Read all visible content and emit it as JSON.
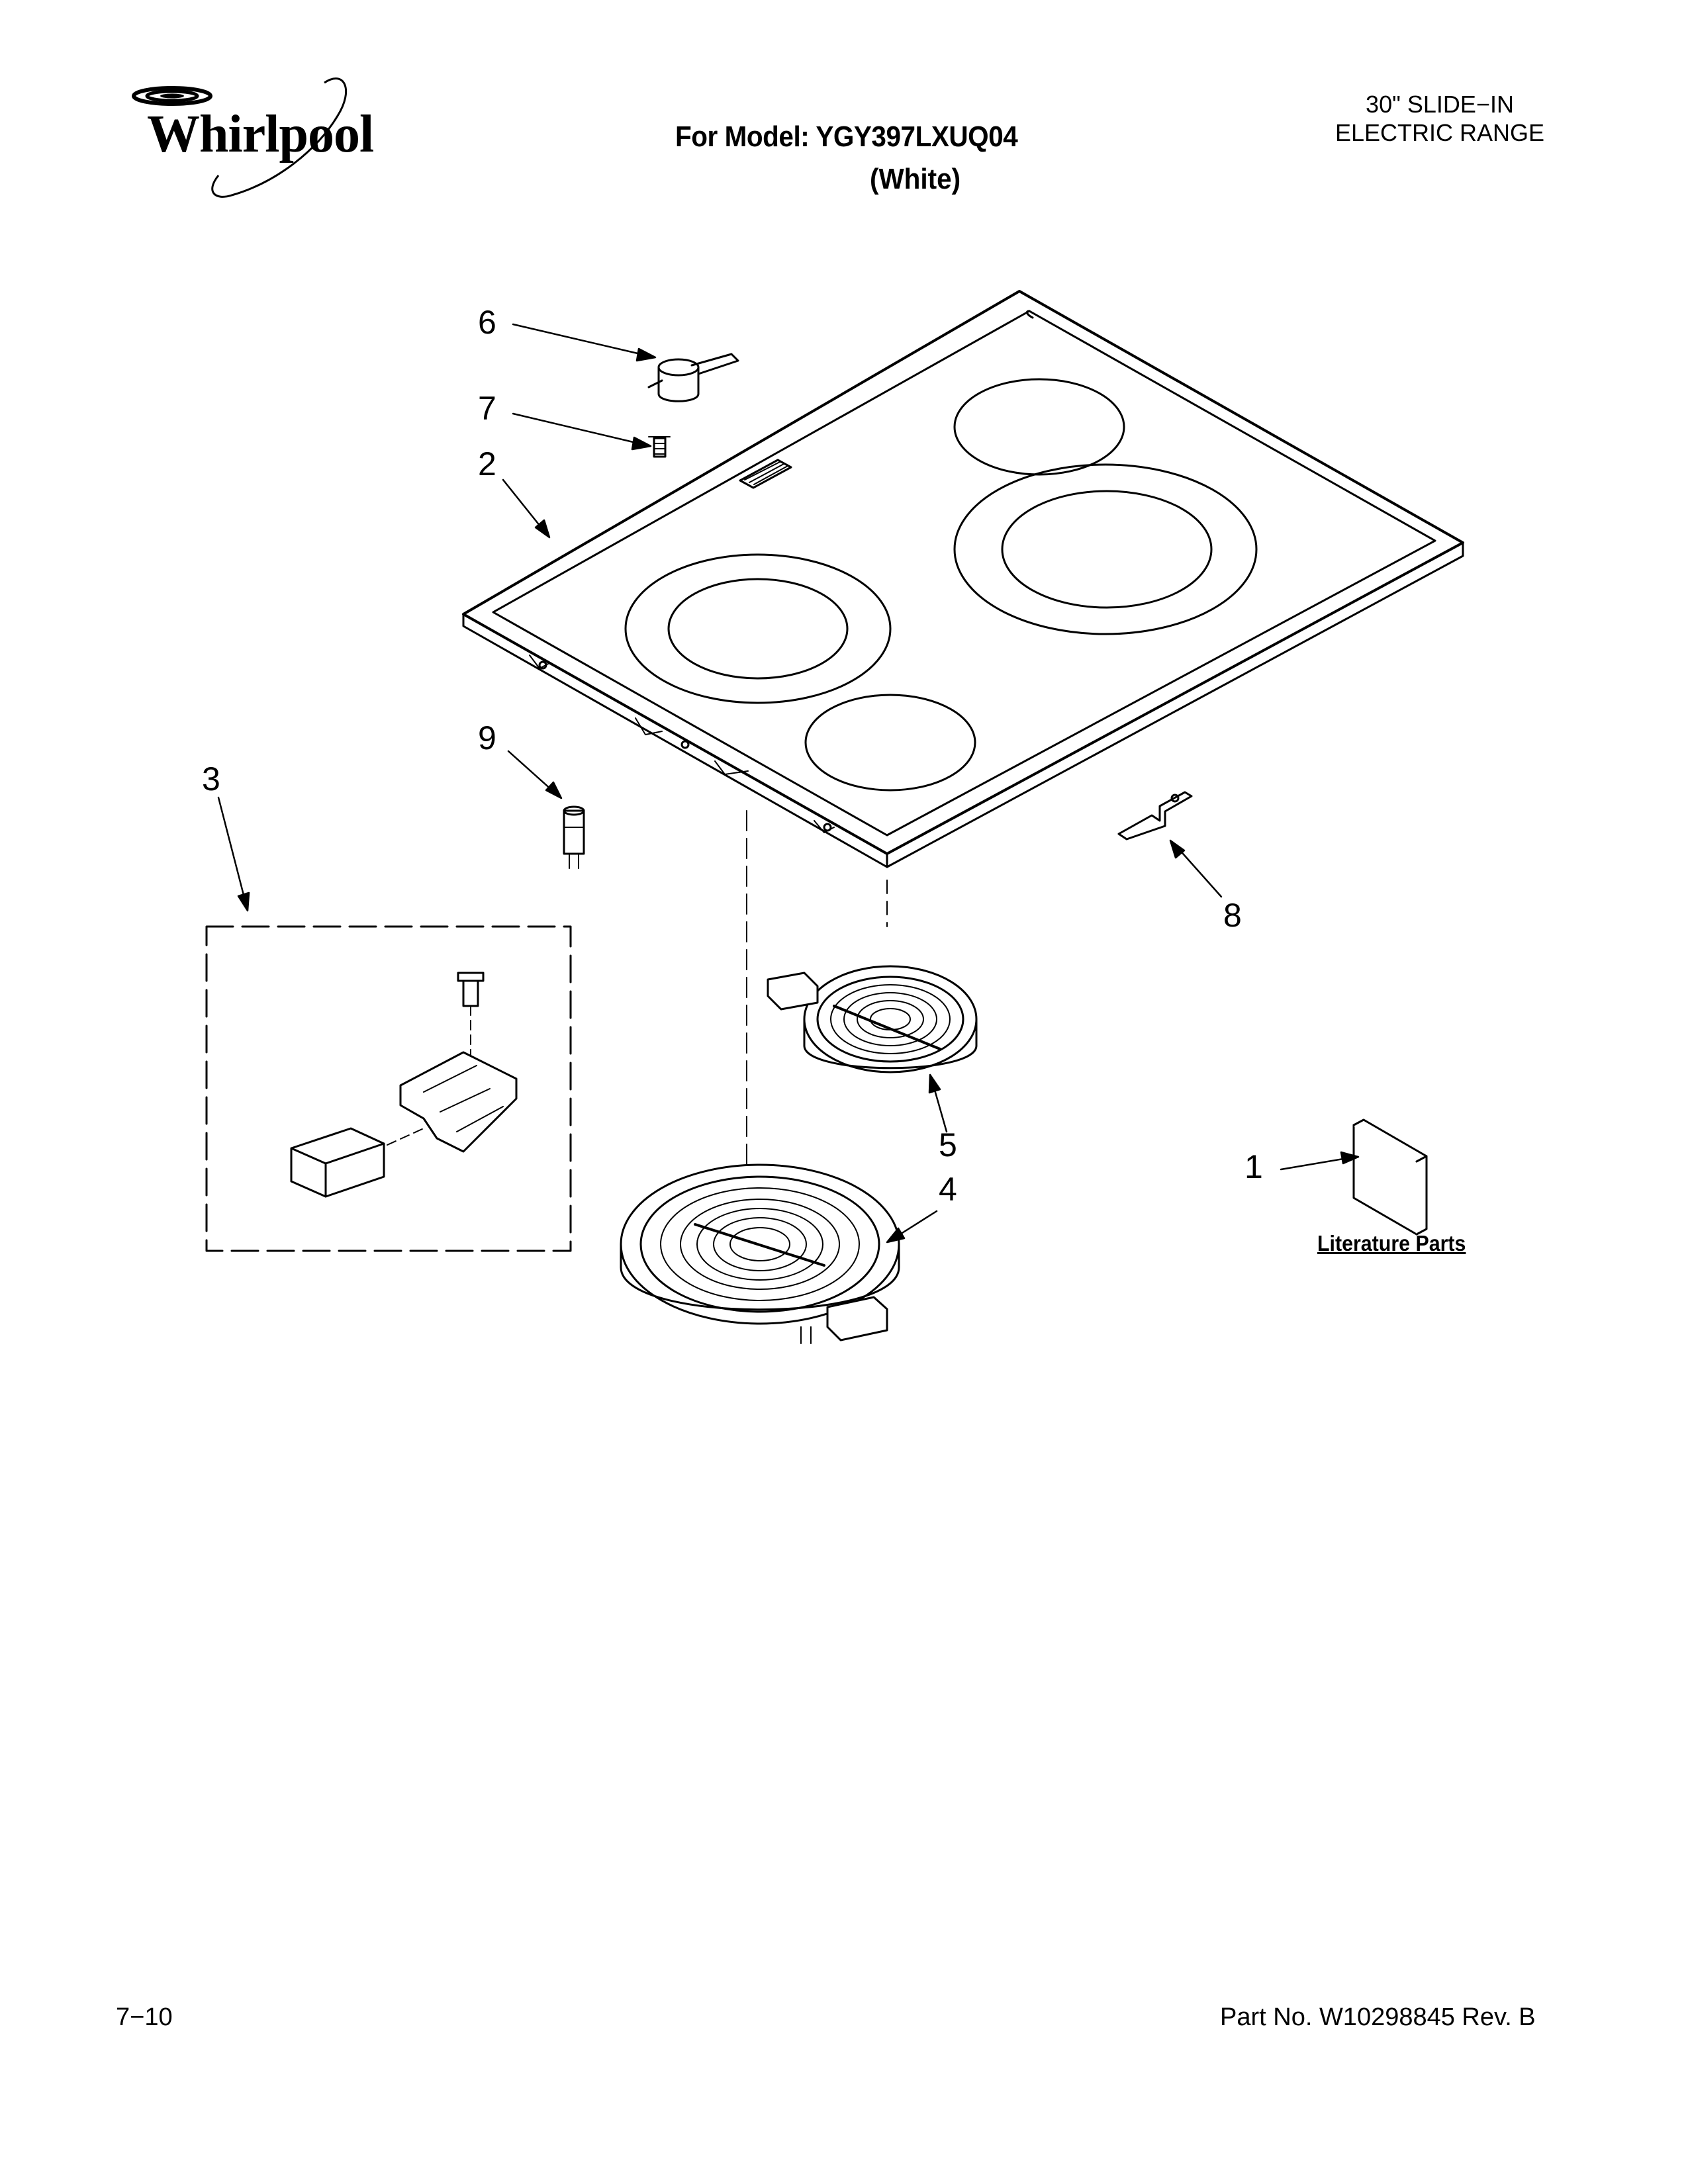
{
  "header": {
    "brand": "Whirlpool",
    "model_title": "For Model: YGY397LXUQ04",
    "model_color": "(White)",
    "product_line1": "30\" SLIDE−IN",
    "product_line2": "ELECTRIC RANGE"
  },
  "callouts": {
    "c1": "1",
    "c2": "2",
    "c3": "3",
    "c4": "4",
    "c5": "5",
    "c6": "6",
    "c7": "7",
    "c8": "8",
    "c9": "9"
  },
  "literature_label": "Literature Parts",
  "footer": {
    "page_number": "7−10",
    "part_number": "Part No. W10298845 Rev. B"
  }
}
